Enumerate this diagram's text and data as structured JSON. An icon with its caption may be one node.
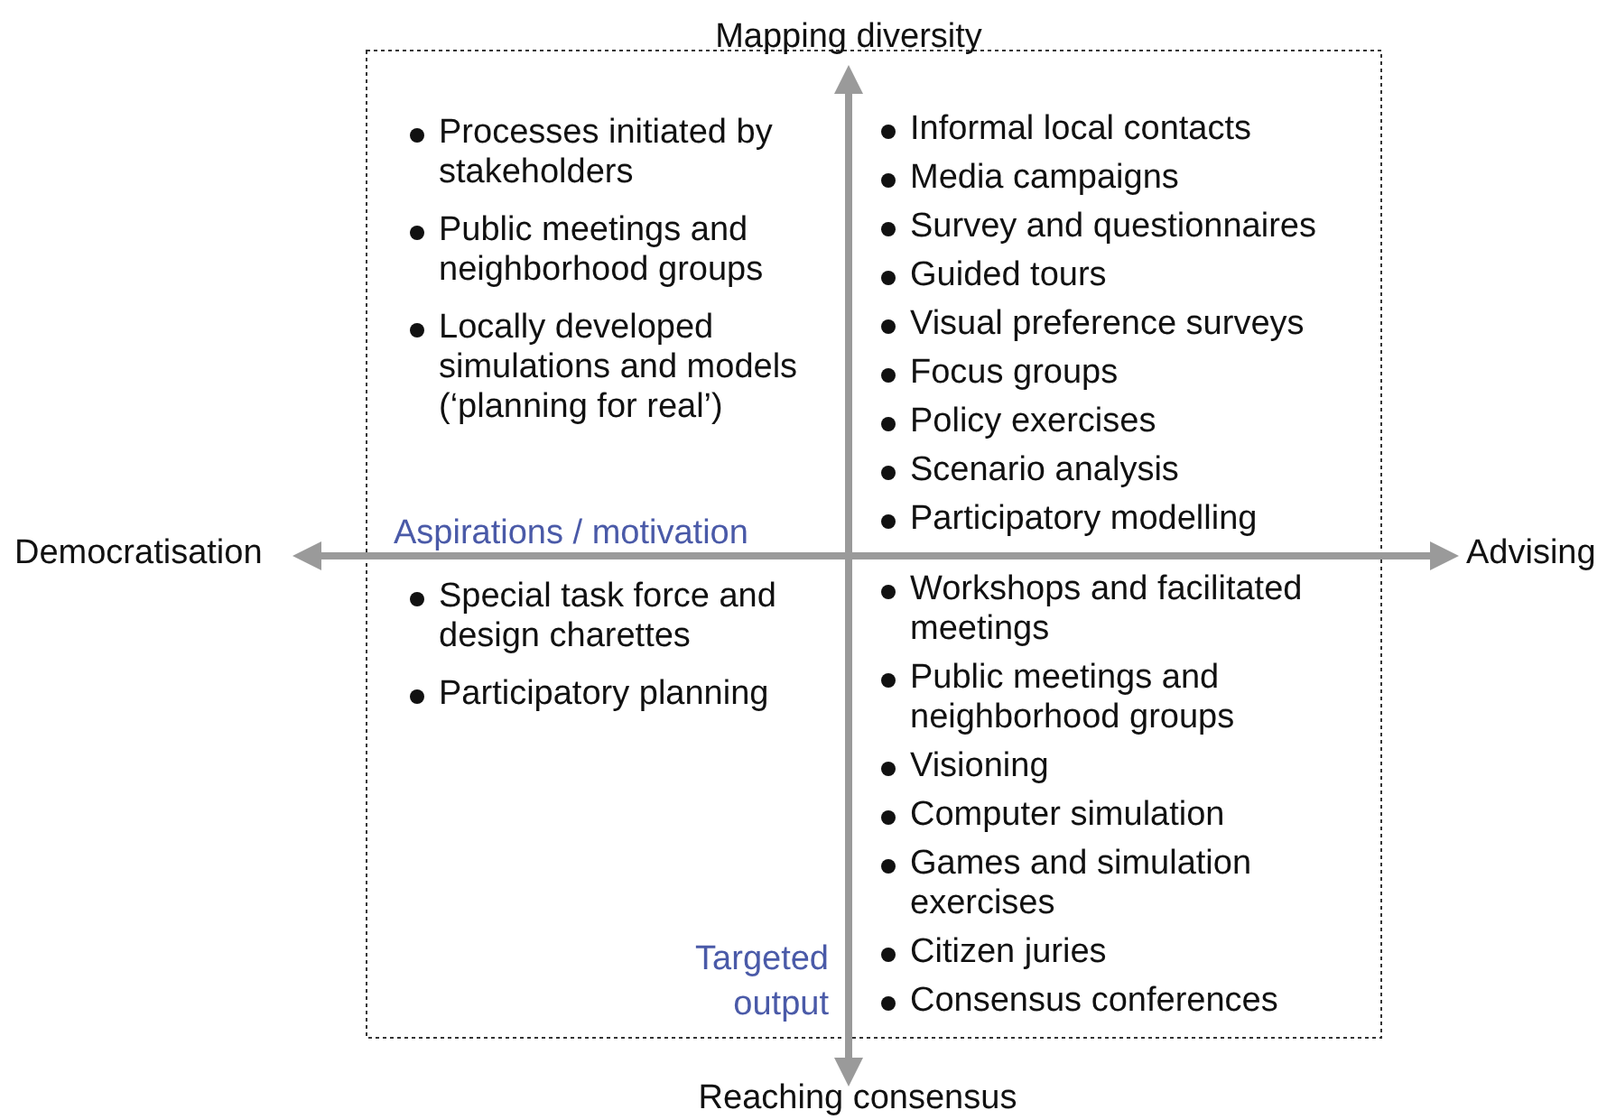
{
  "diagram": {
    "labels": [
      "Mapping diversity",
      "Processes initiated by stakeholders",
      "Public meetings and neighborhood groups",
      "Locally developed simulations and models (‘planning for real’)",
      "Informal local contacts",
      "Media campaigns",
      "Survey and questionnaires",
      "Guided tours",
      "Visual preference surveys",
      "Focus groups",
      "Policy exercises",
      "Scenario analysis",
      "Participatory modelling",
      "Democratisation",
      "Aspirations / motivation",
      "Advising",
      "Special task force and design charettes",
      "Participatory planning",
      "Workshops and facilitated meetings",
      "Public meetings and neighborhood groups",
      "Visioning",
      "Computer simulation",
      "Games and simulation exercises",
      "Citizen juries",
      "Consensus conferences",
      "Targeted output",
      "Reaching consensus"
    ]
  }
}
